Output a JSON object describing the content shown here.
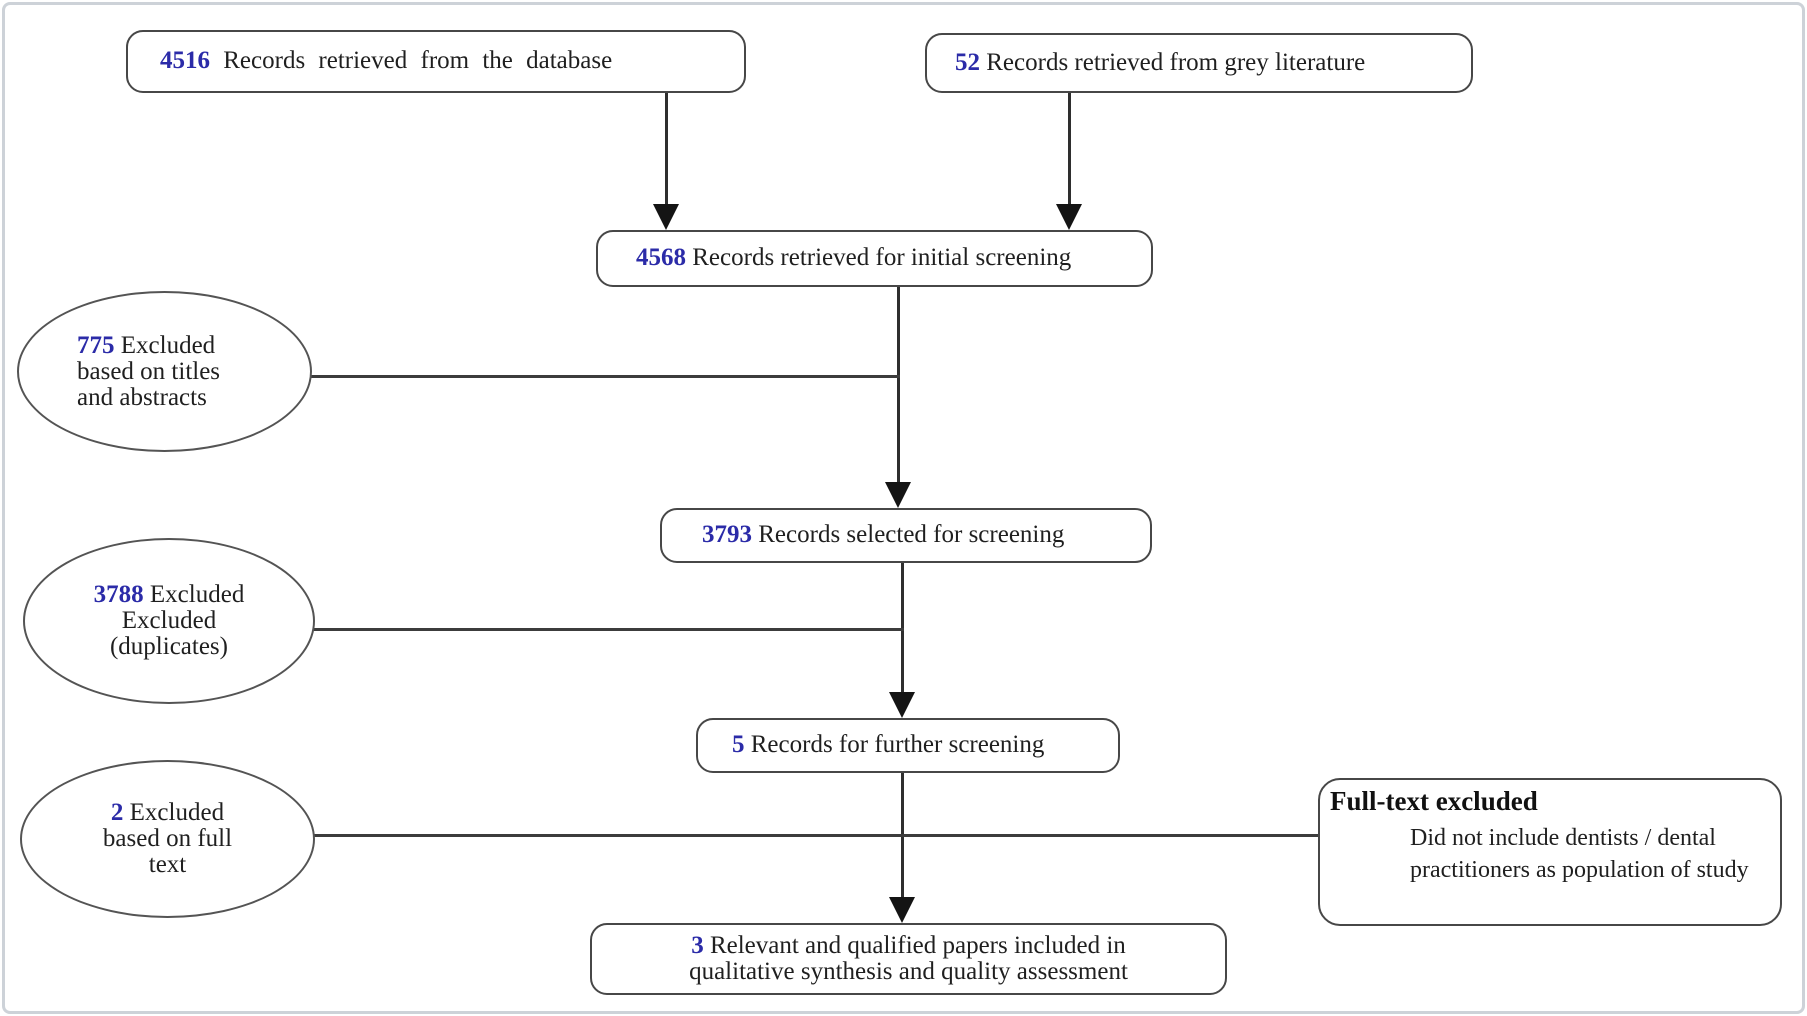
{
  "boxes": {
    "database": {
      "number": "4516",
      "label": "Records retrieved from the database"
    },
    "grey": {
      "number": "52",
      "label": "Records retrieved from grey literature"
    },
    "initial": {
      "number": "4568",
      "label": "Records retrieved for initial screening"
    },
    "selected": {
      "number": "3793",
      "label": "Records selected for screening"
    },
    "further": {
      "number": "5",
      "label": "Records for further screening"
    },
    "included": {
      "number": "3",
      "line1": "Relevant and qualified papers included in",
      "line2": "qualitative synthesis and quality assessment"
    }
  },
  "ellipses": {
    "titles": {
      "number": "775",
      "rest": "Excluded",
      "line2": "based on titles",
      "line3": "and abstracts"
    },
    "duplicates": {
      "number": "3788",
      "rest": "Excluded",
      "line2": "Excluded",
      "line3": "(duplicates)"
    },
    "fulltext": {
      "number": "2",
      "rest": "Excluded",
      "line2": "based on full",
      "line3": "text"
    }
  },
  "side_box": {
    "title": "Full-text excluded",
    "body": "Did not include dentists / dental practitioners as population of study"
  },
  "colors": {
    "number_blue": "#2b2ba8",
    "text": "#1f1f1f",
    "box_border": "#474747",
    "ellipse_border": "#545454",
    "line": "#2e2e2e",
    "outer_border": "#cdd2d8",
    "background": "#ffffff"
  }
}
